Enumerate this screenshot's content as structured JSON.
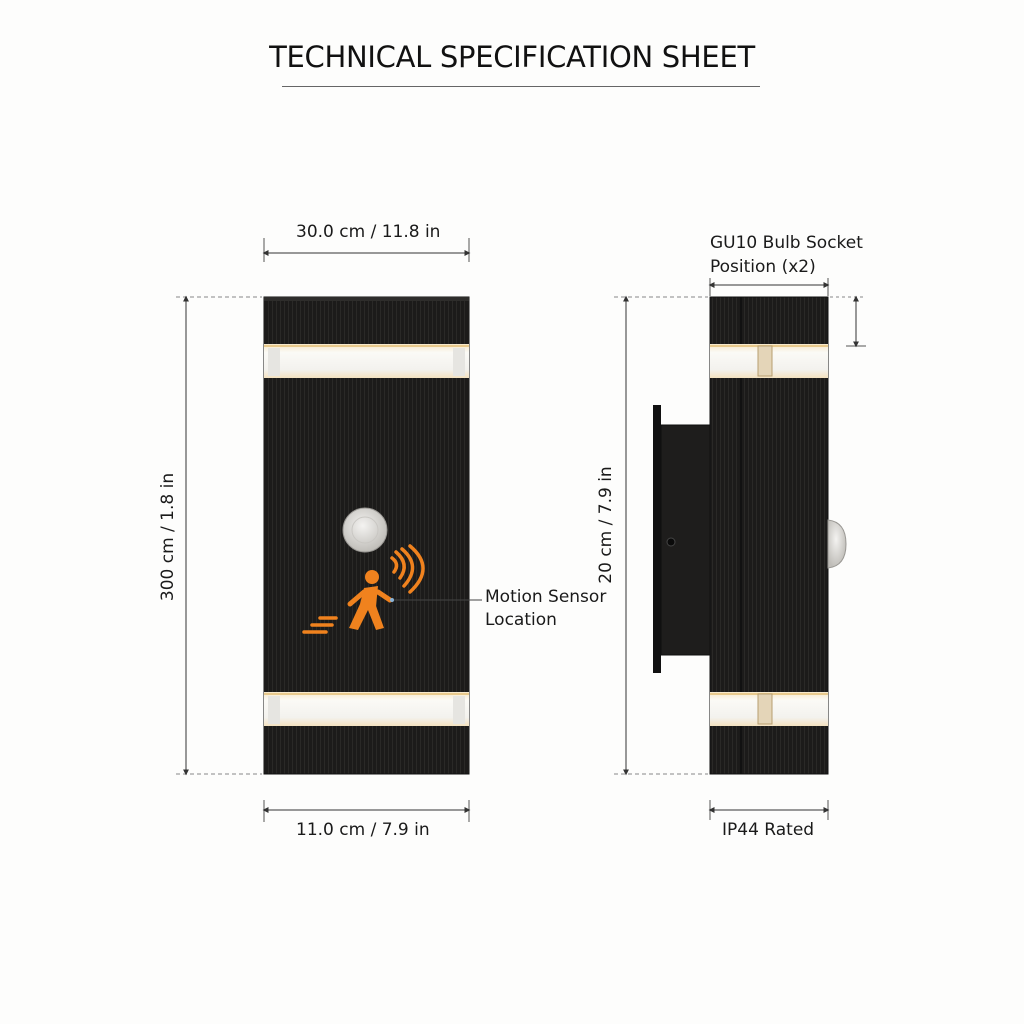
{
  "header": {
    "title": "TECHNICAL SPECIFICATION SHEET"
  },
  "front_view": {
    "width_top_label": "30.0 cm / 11.8 in",
    "height_label": "300 cm / 1.8 in",
    "width_bottom_label": "11.0 cm / 7.9 in",
    "sensor_callout_line1": "Motion Sensor",
    "sensor_callout_line2": "Location"
  },
  "side_view": {
    "socket_label_line1": "GU10 Bulb Socket",
    "socket_label_line2": "Position (x2)",
    "height_label": "20 cm / 7.9 in",
    "rating_label": "IP44 Rated"
  },
  "colors": {
    "housing": "#1c1b1a",
    "accent": "#f0821e",
    "lens": "#f3f1ec",
    "sensor": "#d8d6d2",
    "dimension_line": "#333333"
  }
}
